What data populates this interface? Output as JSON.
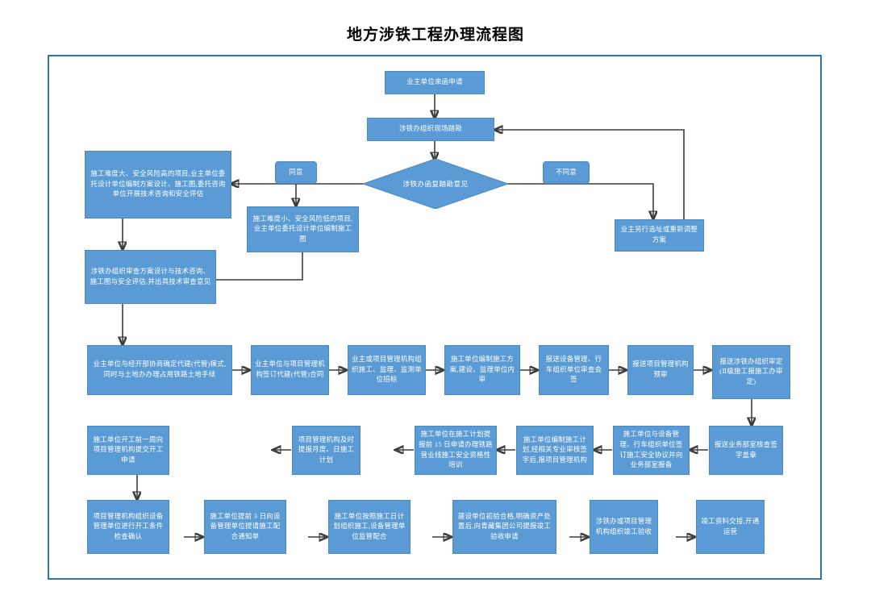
{
  "title": "地方涉铁工程办理流程图",
  "colors": {
    "node_fill": "#5b9bd5",
    "node_border": "#4a8ac4",
    "frame_border": "#2e75b6",
    "connector": "#3d3d3d",
    "node_text": "#ffffff",
    "title_text": "#000000"
  },
  "nodes": {
    "n1": "业主单位来函申请",
    "n2": "涉铁办组织现场踏勘",
    "decision": "涉铁办函复踏勘意见",
    "label_yes": "同意",
    "label_no": "不同意",
    "n_high_risk": "施工难度大、安全风险高的项目,业主单位委托设计单位编制方案设计、施工图,委托咨询单位开展技术咨询和安全评估",
    "n_low_risk": "施工难度小、安全风险低的项目,业主单位委托设计单位编制施工图",
    "n_reject": "业主另行选址或重新调整方案",
    "n_review": "涉铁办组织审查方案设计与技术咨询、施工图与安全评估,并出具技术审查意见",
    "r3c1": "业主单位与经开部协商确定代建(代管)模式,同时与土地办办理占用铁路土地手续",
    "r3c2": "业主单位与项目管理机构签订代建(代管)合同",
    "r3c3": "业主或项目管理机构组织施工、监理、监测单位招标",
    "r3c4": "施工单位编制施工方案,建设、监理单位内审",
    "r3c5": "报送设备管理、行车组织单位审查会签",
    "r3c6": "报送项目管理机构预审",
    "r3c7": "报送涉铁办组织审定(Ⅱ级施工报施工办审定)",
    "r4c7": "报送业务部室核查签字盖章",
    "r4c6": "施工单位与设备管理、行车组织单位签订施工安全协议并向业务部室报备",
    "r4c5": "施工单位编制施工计划,经相关专业审核签字后,报项目管理机构",
    "r4c4": "施工单位在施工计划提报前 15 日申请办理铁路营业线施工安全资格性培训",
    "r4c3": "项目管理机构及时提报月度、日施工计划",
    "r4c2": "施工单位开工前一周向项目管理机构提交开工申请",
    "r5c1": "项目管理机构组织设备管理单位进行开工条件检查确认",
    "r5c2": "施工单位提前 3 日向设备管理单位提请施工配合通知单",
    "r5c3": "施工单位按照施工日计划组织施工,设备管理单位监管配合",
    "r5c4": "建设单位初验合格,明确资产处置后,向青藏集团公司提报竣工验收申请",
    "r5c5": "涉铁办或项目管理机构组织竣工验收",
    "r5c6": "竣工资料交接,开通运营"
  }
}
